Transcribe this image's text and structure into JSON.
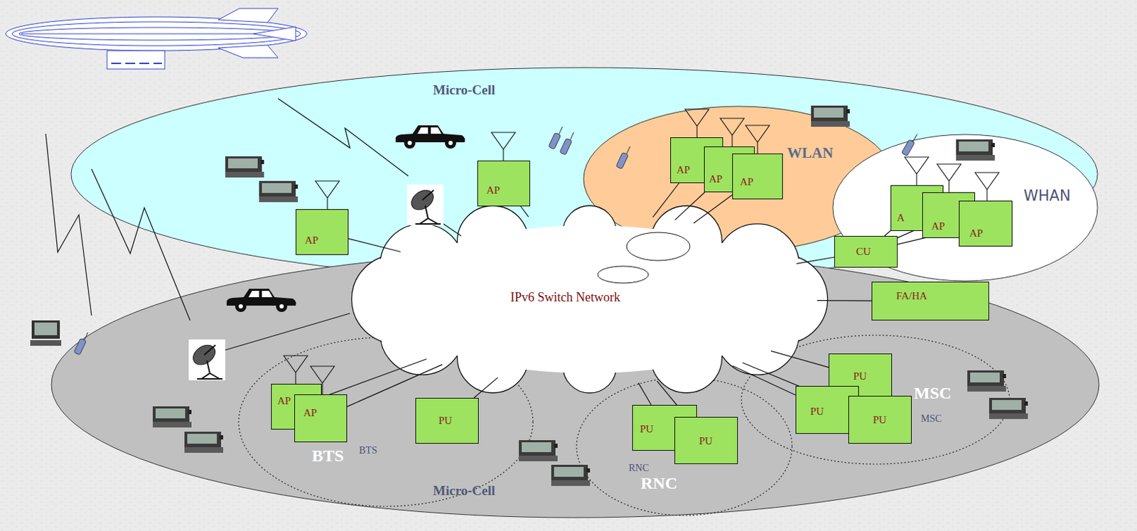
{
  "diagram": {
    "nodes": [
      {
        "text": [
          "Micro-Cell"
        ]
      },
      {
        "text": [
          "WLAN"
        ],
        "in": 0
      },
      {
        "text": [
          "WHAN"
        ],
        "in": 0
      },
      {
        "text": [
          "Micro-Cell"
        ]
      },
      {
        "text": [
          "IPv6 Switch Network"
        ]
      },
      {
        "text": [
          "BTS",
          "BTS"
        ],
        "in": 3
      },
      {
        "text": [
          "RNC",
          "RNC"
        ],
        "in": 3
      },
      {
        "text": [
          "MSC",
          "MSC"
        ],
        "in": 3
      },
      {
        "text": [
          "AP"
        ],
        "in": 0
      },
      {
        "text": [
          "AP"
        ],
        "in": 0
      },
      {
        "text": [
          "AP"
        ],
        "in": 1
      },
      {
        "text": [
          "AP"
        ],
        "in": 1
      },
      {
        "text": [
          "AP"
        ],
        "in": 1
      },
      {
        "text": [
          "A"
        ],
        "in": 2
      },
      {
        "text": [
          "AP"
        ],
        "in": 2
      },
      {
        "text": [
          "AP"
        ],
        "in": 2
      },
      {
        "text": [
          "CU"
        ]
      },
      {
        "text": [
          "FA/HA"
        ],
        "in": 3
      },
      {
        "text": [
          "AP"
        ],
        "in": 5
      },
      {
        "text": [
          "AP"
        ],
        "in": 5
      },
      {
        "text": [
          "PU"
        ],
        "in": 5
      },
      {
        "text": [
          "PU"
        ],
        "in": 6
      },
      {
        "text": [
          "PU"
        ],
        "in": 6
      },
      {
        "text": [
          "PU"
        ],
        "in": 7
      },
      {
        "text": [
          "PU"
        ],
        "in": 7
      },
      {
        "text": [
          "PU"
        ],
        "in": 7
      }
    ],
    "edges": [
      {
        "from": 8,
        "to": 4,
        "arrow": "none"
      },
      {
        "from": 9,
        "to": 4,
        "arrow": "none"
      },
      {
        "from": 10,
        "to": 4,
        "arrow": "none"
      },
      {
        "from": 11,
        "to": 4,
        "arrow": "none"
      },
      {
        "from": 12,
        "to": 4,
        "arrow": "none"
      },
      {
        "from": 13,
        "to": 16,
        "arrow": "none"
      },
      {
        "from": 14,
        "to": 16,
        "arrow": "none"
      },
      {
        "from": 15,
        "to": 16,
        "arrow": "none"
      },
      {
        "from": 16,
        "to": 4,
        "arrow": "none"
      },
      {
        "from": 17,
        "to": 4,
        "arrow": "none"
      },
      {
        "from": 18,
        "to": 4,
        "arrow": "none"
      },
      {
        "from": 19,
        "to": 4,
        "arrow": "none"
      },
      {
        "from": 20,
        "to": 4,
        "arrow": "none"
      },
      {
        "from": 21,
        "to": 4,
        "arrow": "none"
      },
      {
        "from": 22,
        "to": 4,
        "arrow": "none"
      },
      {
        "from": 23,
        "to": 4,
        "arrow": "none"
      },
      {
        "from": 24,
        "to": 4,
        "arrow": "none"
      },
      {
        "from": 25,
        "to": 4,
        "arrow": "none"
      }
    ]
  }
}
